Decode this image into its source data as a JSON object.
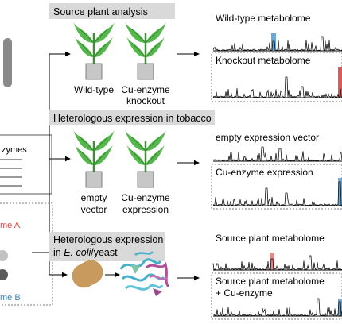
{
  "sections": [
    {
      "title": "Source plant analysis",
      "plants": [
        {
          "label_line1": "Wild-type",
          "label_line2": ""
        },
        {
          "label_line1": "Cu-enzyme",
          "label_line2": "knockout"
        }
      ],
      "traces": [
        {
          "label_line1": "Wild-type metabolome",
          "label_line2": "",
          "highlight_color": "#6aa7d6"
        },
        {
          "label_line1": "Knockout metabolome",
          "label_line2": "",
          "highlight_color": "#d85a5a"
        }
      ]
    },
    {
      "title": "Heterologous expression in tobacco",
      "plants": [
        {
          "label_line1": "empty",
          "label_line2": "vector"
        },
        {
          "label_line1": "Cu-enzyme",
          "label_line2": "expression"
        }
      ],
      "traces": [
        {
          "label_line1": "empty expression vector",
          "label_line2": "",
          "highlight_color": ""
        },
        {
          "label_line1": "Cu-enzyme expression",
          "label_line2": "",
          "highlight_color": "#6aa7d6"
        }
      ]
    },
    {
      "title_line1": "Heterologous expression",
      "title_line2_prefix": "in ",
      "title_line2_italic": "E. coli",
      "title_line2_suffix": "/yeast",
      "traces": [
        {
          "label_line1": "Source plant metabolome",
          "label_line2": "",
          "highlight_color": "#e08a8a"
        },
        {
          "label_line1": "Source plant metabolome",
          "label_line2": "+ Cu-enzyme",
          "highlight_color": "#6aa7d6"
        }
      ]
    }
  ],
  "left_panel": {
    "enzymes_label": "zymes",
    "enzyme_a_label": "me A",
    "enzyme_b_label": "me B",
    "enzyme_a_color": "#d94c4c",
    "enzyme_b_color": "#3a86b8"
  },
  "colors": {
    "leaf": "#56b84c",
    "leaf_vein": "#2f7d2b",
    "stem": "#3f8f36",
    "pot": "#c7c7c7",
    "label_bg": "#d9d9d9",
    "cell": "#c89a5e",
    "protein_cyan": "#45b0c8",
    "protein_magenta": "#b0509a"
  }
}
